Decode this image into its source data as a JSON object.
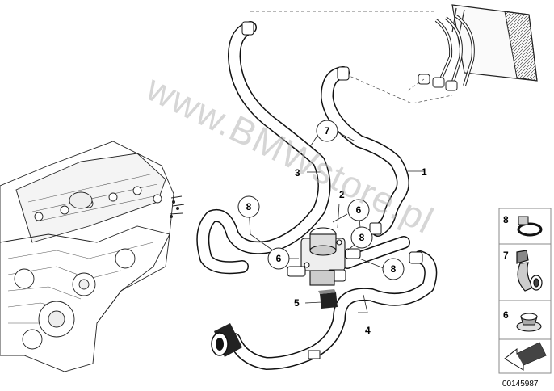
{
  "diagram": {
    "watermark": "www.BMWstore.pl",
    "diagram_id": "00145987",
    "callouts": {
      "p1": "1",
      "p2": "2",
      "p3": "3",
      "p4": "4",
      "p5": "5",
      "p6a": "6",
      "p6b": "6",
      "p7": "7",
      "p8a": "8",
      "p8b": "8",
      "p8c": "8"
    },
    "legend": {
      "item8": "8",
      "item7": "7",
      "item6": "6"
    }
  }
}
